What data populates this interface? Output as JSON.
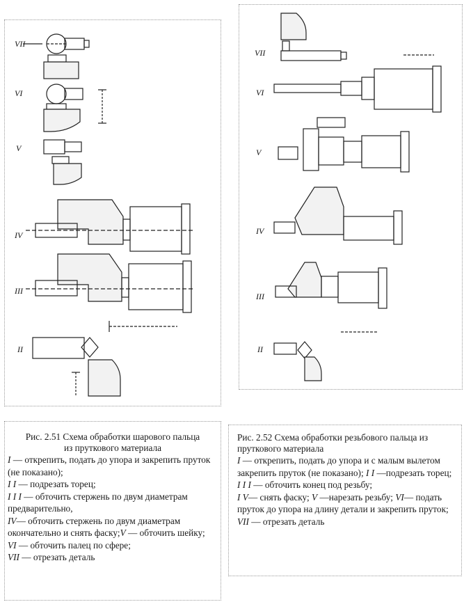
{
  "figure_left": {
    "stage_labels": [
      "VII",
      "VI",
      "V",
      "IV",
      "III",
      "II"
    ]
  },
  "figure_right": {
    "stage_labels": [
      "VII",
      "VI",
      "V",
      "IV",
      "III",
      "II"
    ]
  },
  "caption_left": {
    "title": "Рис. 2.51 Схема обработки шарового пальца из пруткового материала",
    "items": [
      {
        "num": "I",
        "text": " — открепить, подать до упора и закрепить пруток (не показано);"
      },
      {
        "num": "I I",
        "text": " — подрезать торец;"
      },
      {
        "num": "I I I",
        "text": " — обточить стержень по двум диаметрам предварительно,"
      },
      {
        "num": "IV",
        "text": "— обточить стержень по двум диаметрам окончательно и снять фаску;"
      },
      {
        "num": "V",
        "text": " — обточить шейку;"
      },
      {
        "num": "VI",
        "text": " — обточить палец по сфере;"
      },
      {
        "num": "VII",
        "text": " — отрезать деталь"
      }
    ]
  },
  "caption_right": {
    "title": "Рис. 2.52 Схема обработки резьбового пальца из пруткового материала",
    "items": [
      {
        "num": "I",
        "text": " — открепить, подать до упора и с малым вылетом закрепить пруток (не показано);"
      },
      {
        "num": "I I",
        "text": " —подрезать торец;"
      },
      {
        "num": "I I I",
        "text": " — обточить конец под резьбу;"
      },
      {
        "num": "I V",
        "text": "— снять фаску;"
      },
      {
        "num": "V",
        "text": " —нарезать резьбу;"
      },
      {
        "num": "VI",
        "text": "— подать пруток до упора на длину детали и закрепить пруток;"
      },
      {
        "num": "VII",
        "text": " — отрезать деталь"
      }
    ]
  }
}
